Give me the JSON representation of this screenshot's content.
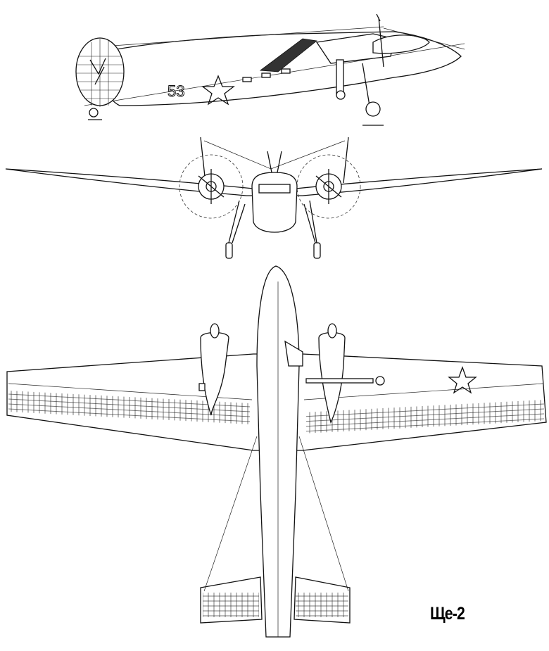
{
  "title": "Ще-2",
  "side_view": {
    "tail_number": "53",
    "insignia": "red-star-outline"
  },
  "views": [
    "side-view",
    "front-view",
    "top-view"
  ]
}
